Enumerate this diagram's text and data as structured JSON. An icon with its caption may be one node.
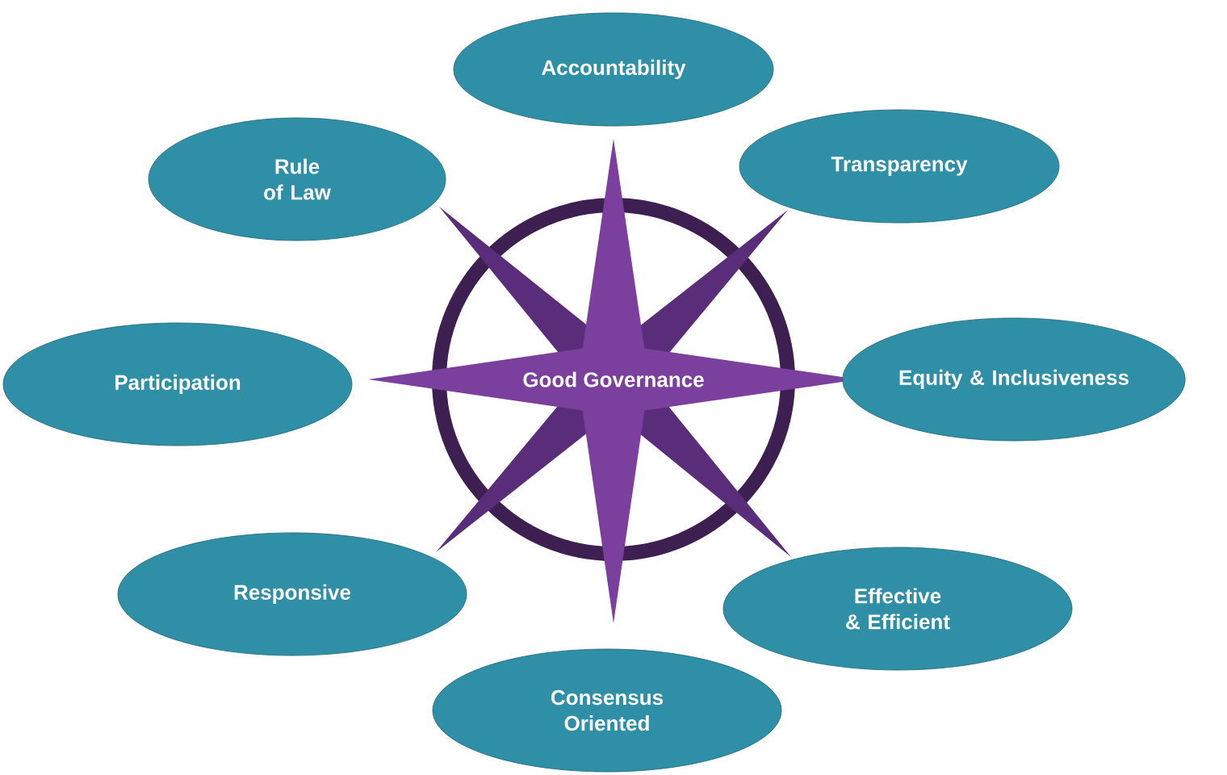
{
  "diagram": {
    "nodes": [
      {
        "text": [
          "Good Governance"
        ]
      },
      {
        "text": [
          "Accountability"
        ]
      },
      {
        "text": [
          "Rule of Law"
        ]
      },
      {
        "text": [
          "Transparency"
        ]
      },
      {
        "text": [
          "Participation"
        ]
      },
      {
        "text": [
          "Equity & Inclusiveness"
        ]
      },
      {
        "text": [
          "Responsive"
        ]
      },
      {
        "text": [
          "Effective & Efficient"
        ]
      },
      {
        "text": [
          "Consensus Oriented"
        ]
      }
    ]
  }
}
